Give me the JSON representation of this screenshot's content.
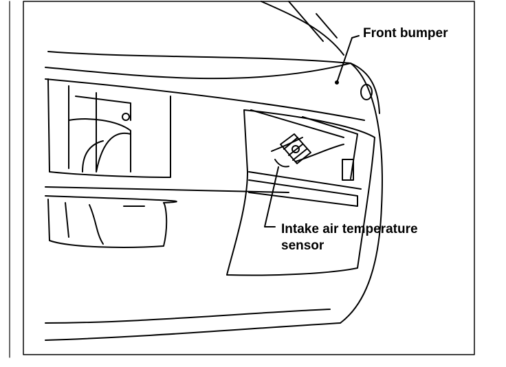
{
  "diagram": {
    "labels": {
      "front_bumper": "Front bumper",
      "sensor_line1": "Intake air temperature",
      "sensor_line2": "sensor"
    },
    "colors": {
      "ink": "#000000",
      "paper": "#ffffff"
    }
  }
}
